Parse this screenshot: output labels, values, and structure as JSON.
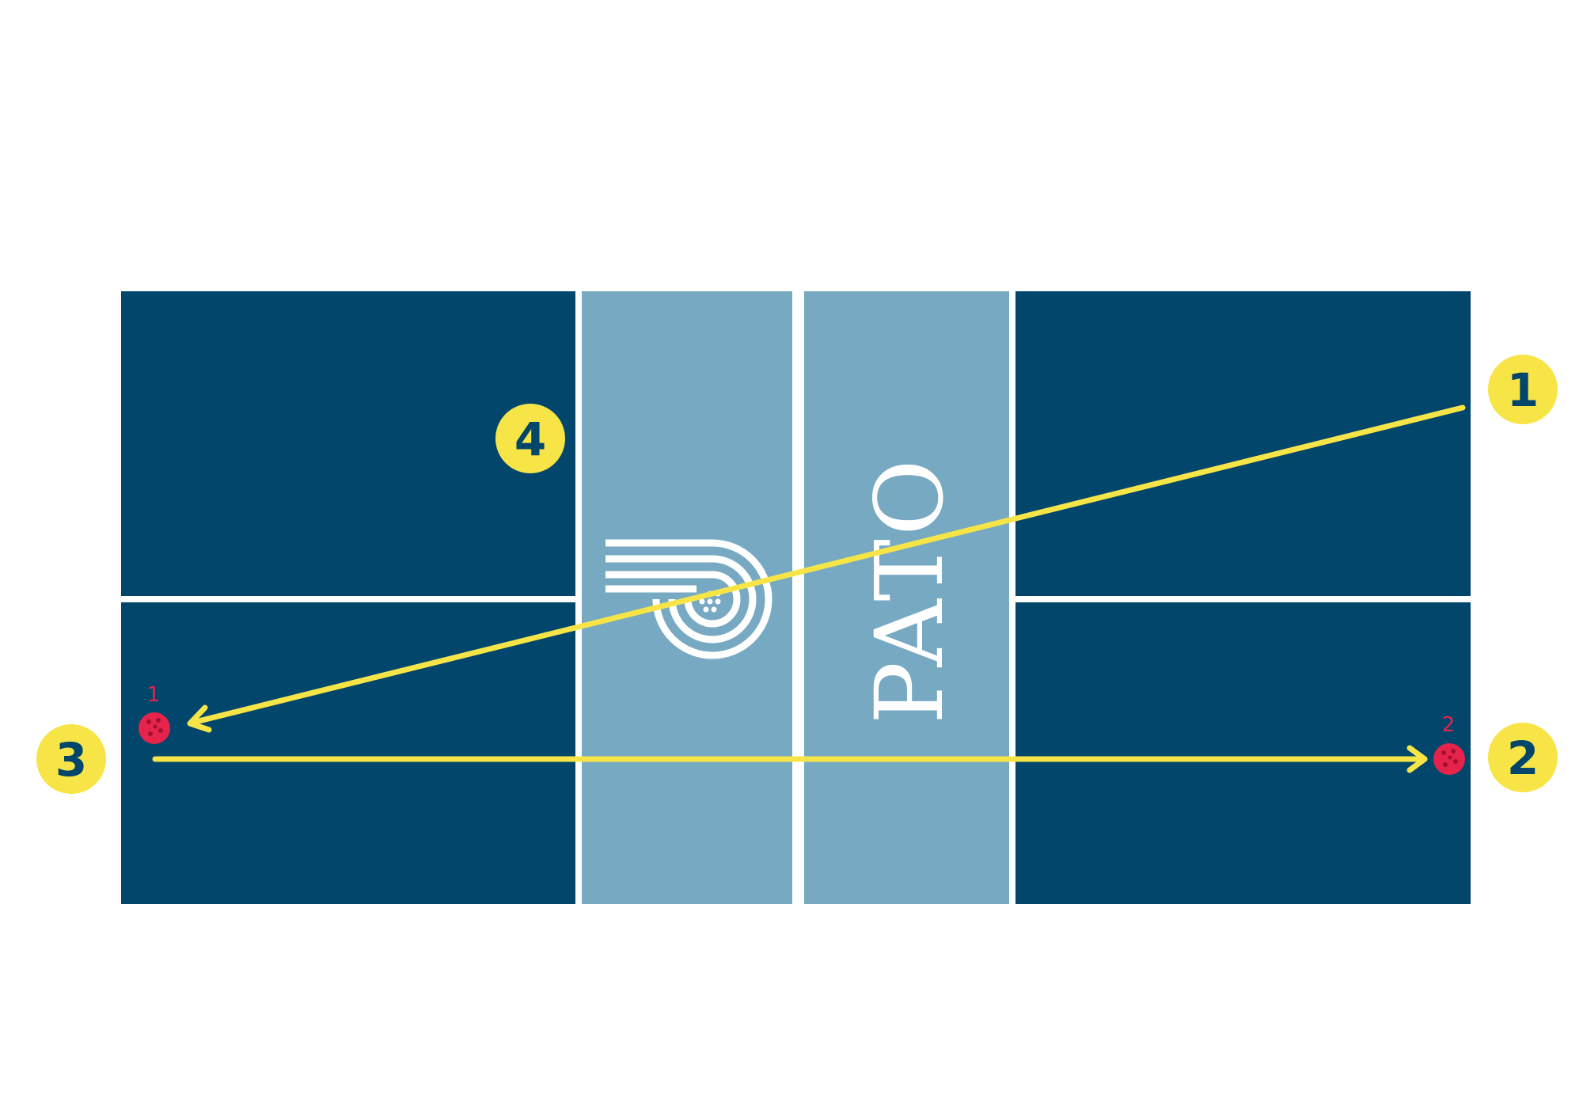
{
  "colors": {
    "background": "#ffffff",
    "court_dark": "#02466b",
    "kitchen_light": "#77aac2",
    "lines": "#ffffff",
    "marker": "#f7e547",
    "marker_text": "#02466b",
    "ball": "#e5234b",
    "ball_label": "#e5234b"
  },
  "markers": [
    {
      "label": "1"
    },
    {
      "label": "2"
    },
    {
      "label": "3"
    },
    {
      "label": "4"
    }
  ],
  "balls": [
    {
      "label": "1"
    },
    {
      "label": "2"
    }
  ],
  "logo": {
    "wordmark": "PATO",
    "icon": "paddle-ball-logo-icon"
  },
  "arrows": [
    {
      "name": "arrow-1-to-ball-1"
    },
    {
      "name": "arrow-3-to-ball-2"
    }
  ]
}
